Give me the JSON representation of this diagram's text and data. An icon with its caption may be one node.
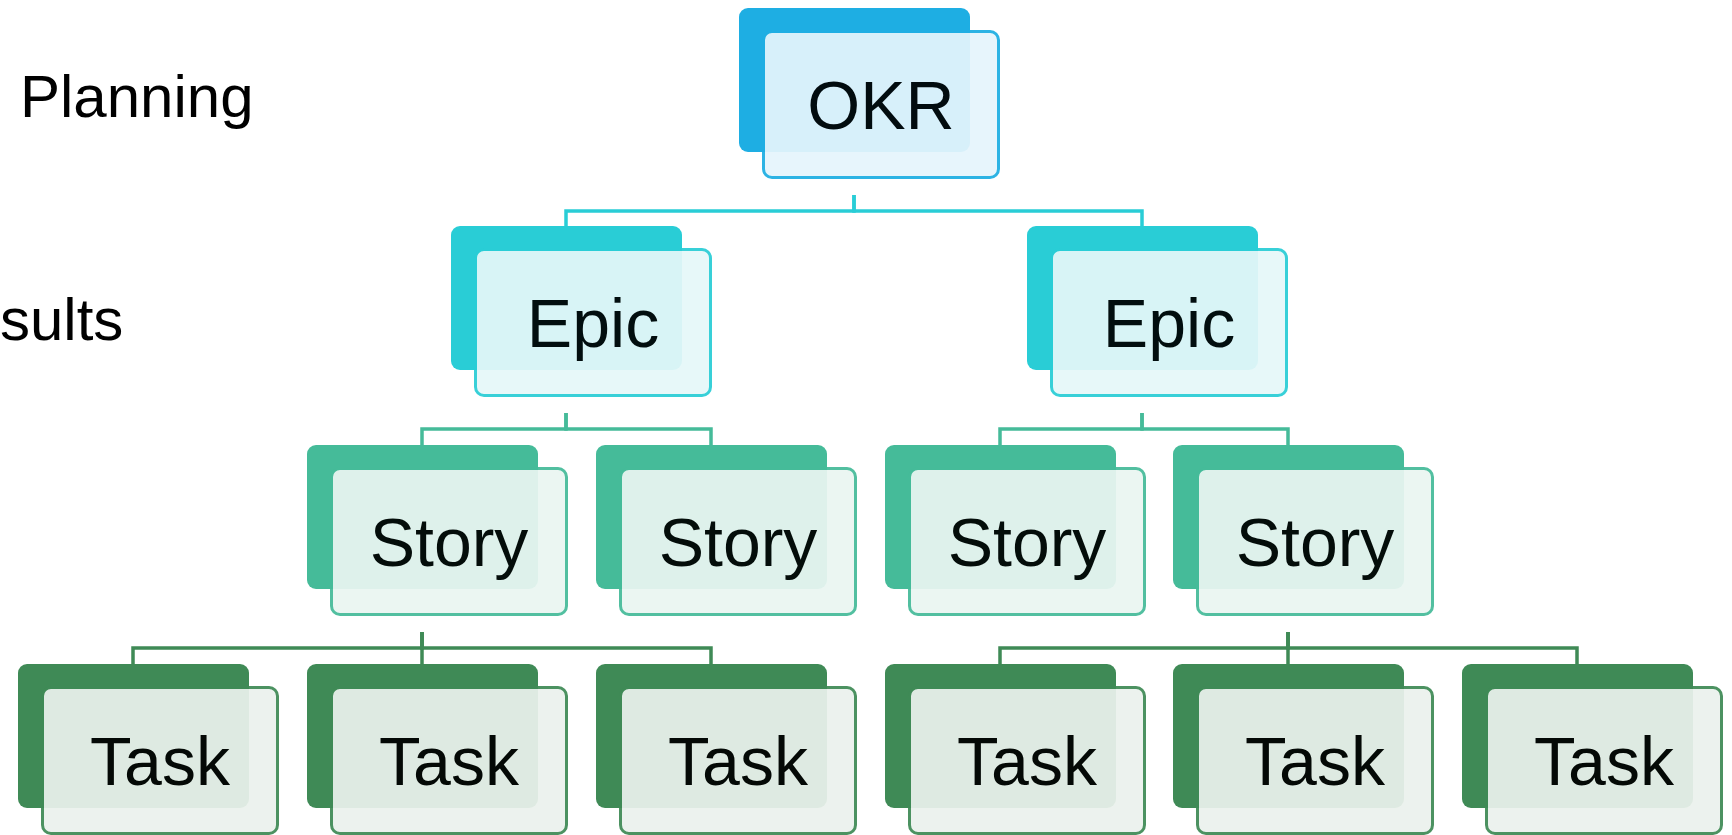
{
  "diagram": {
    "nodes": [
      {
        "text": [
          "OKR"
        ]
      },
      {
        "text": [
          "Epic"
        ]
      },
      {
        "text": [
          "Epic"
        ]
      },
      {
        "text": [
          "Story"
        ]
      },
      {
        "text": [
          "Story"
        ]
      },
      {
        "text": [
          "Story"
        ]
      },
      {
        "text": [
          "Story"
        ]
      },
      {
        "text": [
          "Task"
        ]
      },
      {
        "text": [
          "Task"
        ]
      },
      {
        "text": [
          "Task"
        ]
      },
      {
        "text": [
          "Task"
        ]
      },
      {
        "text": [
          "Task"
        ]
      },
      {
        "text": [
          "Task"
        ]
      }
    ],
    "edges": [
      {
        "from": 0,
        "to": 1,
        "arrow": "none",
        "color": "#29cdd6"
      },
      {
        "from": 0,
        "to": 2,
        "arrow": "none",
        "color": "#29cdd6"
      },
      {
        "from": 1,
        "to": 3,
        "arrow": "none",
        "color": "#45bb99"
      },
      {
        "from": 1,
        "to": 4,
        "arrow": "none",
        "color": "#45bb99"
      },
      {
        "from": 2,
        "to": 5,
        "arrow": "none",
        "color": "#45bb99"
      },
      {
        "from": 2,
        "to": 6,
        "arrow": "none",
        "color": "#45bb99"
      },
      {
        "from": 3,
        "to": 7,
        "arrow": "none"
      },
      {
        "from": 3,
        "to": 8,
        "arrow": "none"
      },
      {
        "from": 3,
        "to": 9,
        "arrow": "none"
      },
      {
        "from": 6,
        "to": 10,
        "arrow": "none"
      },
      {
        "from": 6,
        "to": 11,
        "arrow": "none"
      },
      {
        "from": 6,
        "to": 12,
        "arrow": "none"
      }
    ],
    "labels": [
      "Planning",
      "sults"
    ]
  }
}
